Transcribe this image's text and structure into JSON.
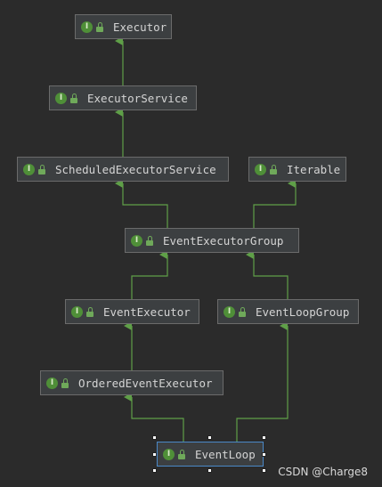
{
  "nodes": {
    "executor": "Executor",
    "executor_service": "ExecutorService",
    "scheduled_executor_service": "ScheduledExecutorService",
    "iterable": "Iterable",
    "event_executor_group": "EventExecutorGroup",
    "event_executor": "EventExecutor",
    "event_loop_group": "EventLoopGroup",
    "ordered_event_executor": "OrderedEventExecutor",
    "event_loop": "EventLoop"
  },
  "badge_letter": "I",
  "watermark": "CSDN @Charge8",
  "colors": {
    "background": "#2b2b2b",
    "node_fill": "#3c3f41",
    "node_border": "#6b6b6b",
    "edge": "#5f9f48",
    "selection": "#4a88c7"
  }
}
